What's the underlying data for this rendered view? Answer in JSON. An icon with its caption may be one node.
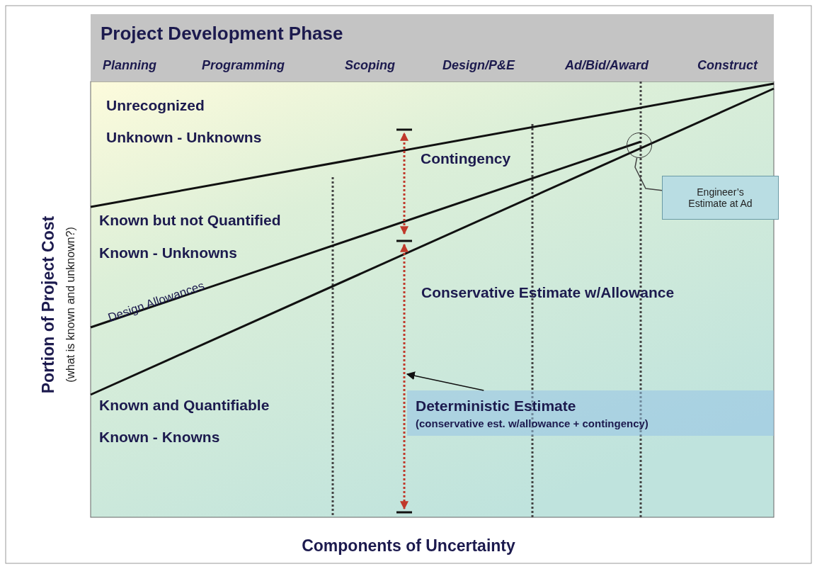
{
  "diagram": {
    "nodes": [
      {
        "text": [
          "Project Development Phase",
          "Planning",
          "Programming",
          "Scoping",
          "Design/P&E",
          "Ad/Bid/Award",
          "Construct"
        ]
      },
      {
        "text": [
          "Engineer’s Estimate at Ad"
        ]
      },
      {
        "text": [],
        "shape": "circle"
      },
      {
        "text": [
          "Deterministic Estimate",
          "(conservative est. w/allowance + contingency)"
        ]
      }
    ],
    "edges": [
      {
        "from": 1,
        "to": 2,
        "arrow": "none"
      },
      {
        "from": 3,
        "to": null,
        "arrow": "to"
      }
    ],
    "labels": [
      "Unrecognized",
      "Unknown - Unknowns",
      "Contingency",
      "Known but not Quantified",
      "Known - Unknowns",
      "Conservative Estimate w/Allowance",
      "Design Allowances",
      "Known and Quantifiable",
      "Known - Knowns",
      "Portion of Project Cost",
      "(what is known and unknown?)",
      "Components of Uncertainty"
    ]
  }
}
